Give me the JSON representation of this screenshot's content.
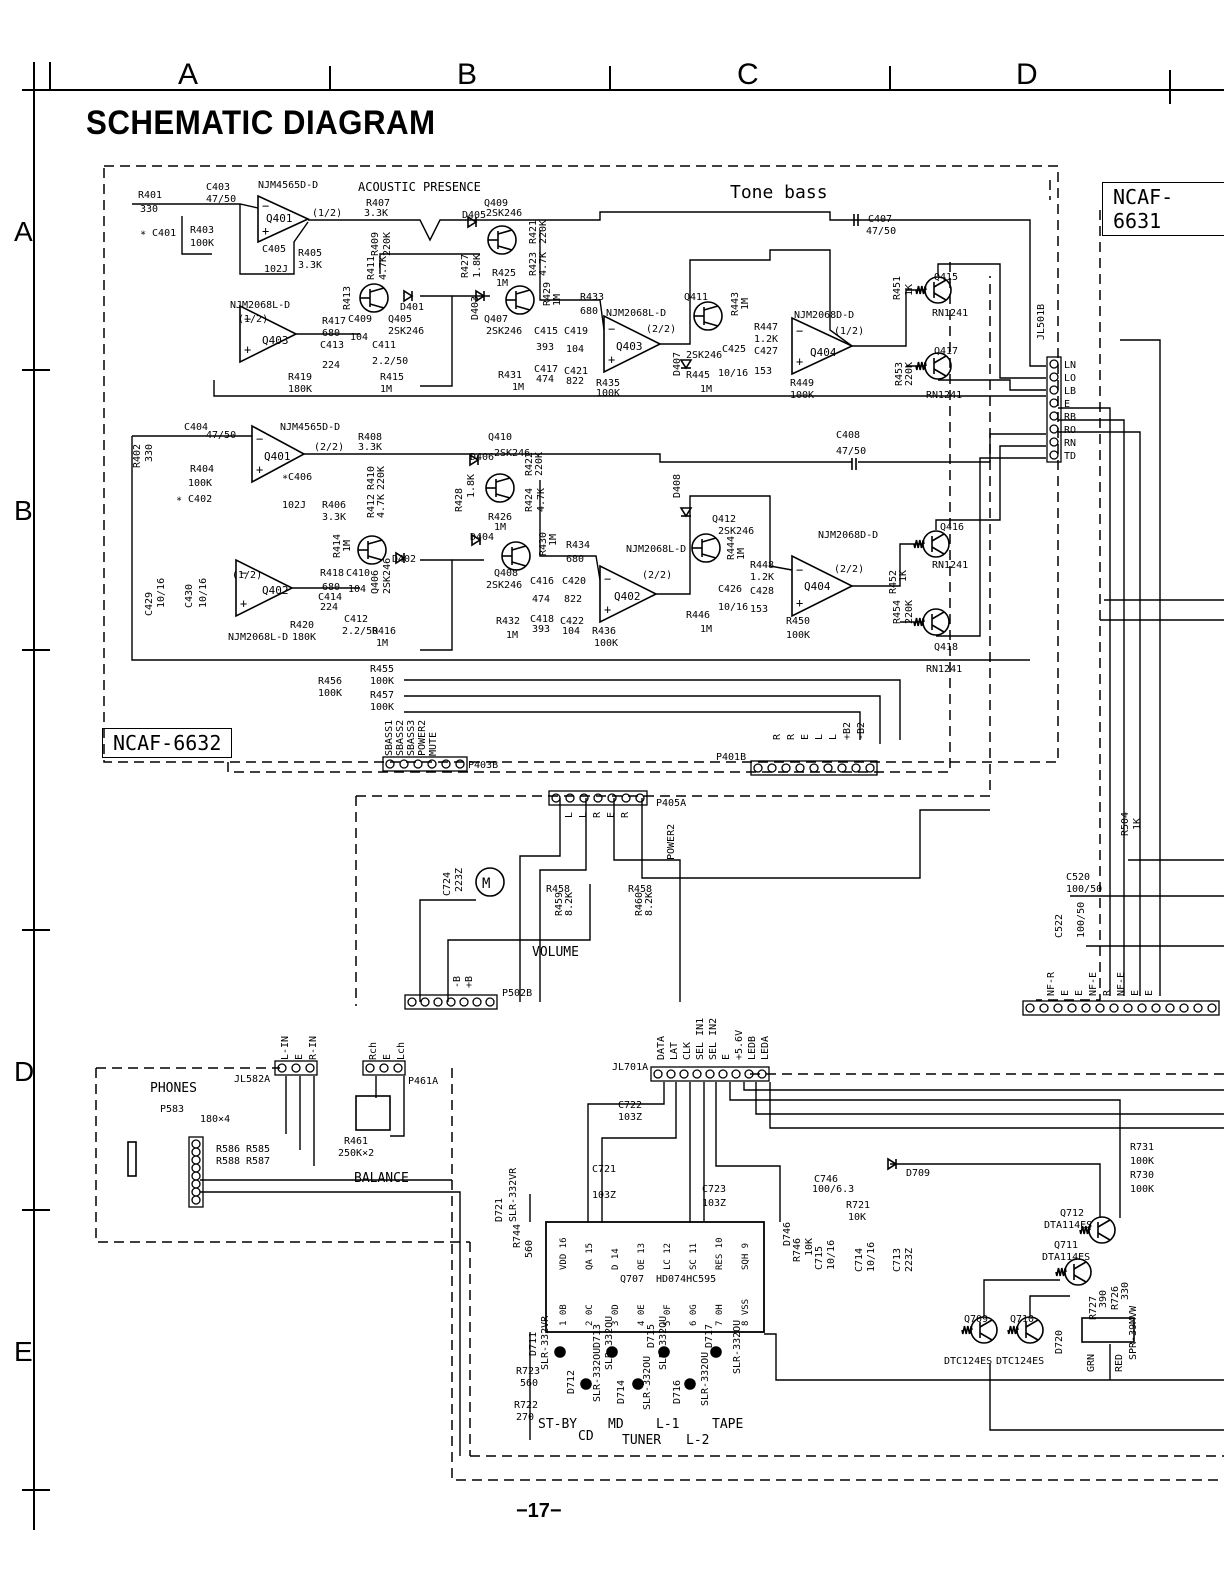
{
  "title": "SCHEMATIC DIAGRAM",
  "page_number": "−17−",
  "columns": [
    "A",
    "B",
    "C",
    "D"
  ],
  "rows": [
    "A",
    "B",
    "D",
    "E"
  ],
  "boards": {
    "upper": "NCAF-6632",
    "right": "NCAF-6631"
  },
  "sections": {
    "acoustic_presence": "ACOUSTIC PRESENCE",
    "tone_bass": "Tone bass",
    "volume": "VOLUME",
    "phones": "PHONES",
    "balance": "BALANCE"
  },
  "ic_labels": {
    "q401a_type": "NJM4565D-D",
    "q401a": "Q401",
    "q401a_half": "(1/2)",
    "q401b_type": "NJM4565D-D",
    "q401b": "Q401",
    "q401b_half": "(2/2)",
    "q403a_type": "NJM2068L-D",
    "q403a": "Q403",
    "q403a_half": "(1/2)",
    "q402a_type": "NJM2068L-D",
    "q402a": "Q402",
    "q402a_half": "(1/2)",
    "q403b_type": "NJM2068L-D",
    "q403b": "Q403",
    "q403b_half": "(2/2)",
    "q402b_type": "NJM2068L-D",
    "q402b": "Q402",
    "q402b_half": "(2/2)",
    "q404a_type": "NJM2068D-D",
    "q404a": "Q404",
    "q404a_half": "(1/2)",
    "q404b_type": "NJM2068D-D",
    "q404b": "Q404",
    "q404b_half": "(2/2)",
    "q707": "Q707",
    "q707_type": "HD074HC595"
  },
  "transistors": {
    "q405": "Q405",
    "q405_type": "2SK246",
    "q406": "Q406",
    "q406_type": "2SK246",
    "q407": "Q407",
    "q407_type": "2SK246",
    "q408": "Q408",
    "q408_type": "2SK246",
    "q409": "Q409",
    "q409_type": "2SK246",
    "q410": "Q410",
    "q410_type": "2SK246",
    "q411": "Q411",
    "q411_type": "2SK246",
    "q412": "Q412",
    "q412_type": "2SK246",
    "q415": "Q415",
    "q415_type": "RN1241",
    "q416": "Q416",
    "q416_type": "RN1241",
    "q417": "Q417",
    "q417_type": "RN1241",
    "q418": "Q418",
    "q418_type": "RN1241",
    "q709": "Q709",
    "q709_type": "DTC124ES",
    "q710": "Q710",
    "q710_type": "DTC124ES",
    "q711": "Q711",
    "q711_type": "DTA114ES",
    "q712": "Q712",
    "q712_type": "DTA114ES"
  },
  "components": {
    "r401": "R401",
    "r401_v": "330",
    "c403": "C403",
    "c403_v": "47/50",
    "c401": "∗ C401",
    "r403": "R403",
    "r403_v": "100K",
    "c405": "C405",
    "c405_v": "102J",
    "r405": "R405",
    "r405_v": "3.3K",
    "r407": "R407",
    "r407_v": "3.3K",
    "r409": "R409",
    "r409_v": "220K",
    "r411": "R411",
    "r411_v": "4.7K",
    "r413": "R413",
    "r413_v": "1M",
    "r417": "R417",
    "r417_v": "680",
    "c409": "C409",
    "c409_v": "104",
    "c413": "C413",
    "c413_v": "224",
    "c411": "C411",
    "c411_v": "2.2/50",
    "r419": "R419",
    "r419_v": "180K",
    "r415": "R415",
    "r415_v": "1M",
    "d401": "D401",
    "d403": "D403",
    "d405": "D405",
    "r427": "R427",
    "r427_v": "1.8K",
    "r425": "R425",
    "r425_v": "1M",
    "r421": "R421",
    "r421_v": "220K",
    "r423": "R423",
    "r423_v": "4.7K",
    "r429": "R429",
    "r429_v": "1M",
    "r433": "R433",
    "r433_v": "680",
    "c415": "C415",
    "c415_v": "393",
    "c419": "C419",
    "c419_v": "104",
    "c417": "C417",
    "c417_v": "474",
    "c421": "C421",
    "c421_v": "822",
    "r431": "R431",
    "r431_v": "1M",
    "r435": "R435",
    "r435_v": "100K",
    "d407": "D407",
    "r445": "R445",
    "r445_v": "1M",
    "r443": "R443",
    "r443_v": "1M",
    "r447": "R447",
    "r447_v": "1.2K",
    "c425": "C425",
    "c425_v": "10/16",
    "c427": "C427",
    "c427_v": "153",
    "r449": "R449",
    "r449_v": "100K",
    "c407": "C407",
    "c407_v": "47/50",
    "r451": "R451",
    "r451_v": "1K",
    "r453": "R453",
    "r453_v": "220K",
    "r402": "R402",
    "r402_v": "330",
    "c404": "C404",
    "c404_v": "47/50",
    "r404": "R404",
    "r404_v": "100K",
    "c402": "∗ C402",
    "c406": "∗C406",
    "c406_v": "102J",
    "r408": "R408",
    "r408_v": "3.3K",
    "r410": "R410",
    "r410_v": "220K",
    "r412": "R412",
    "r412_v": "4.7K",
    "r406": "R406",
    "r406_v": "3.3K",
    "r414": "R414",
    "r414_v": "1M",
    "r418": "R418",
    "r418_v": "680",
    "c410": "C410",
    "c410_v": "104",
    "c414": "C414",
    "c414_v": "224",
    "c412": "C412",
    "c412_v": "2.2/50",
    "r420": "R420",
    "r420_v": "180K",
    "r416": "R416",
    "r416_v": "1M",
    "d402": "D402",
    "d404": "D404",
    "d406": "D406",
    "r428": "R428",
    "r428_v": "1.8K",
    "r426": "R426",
    "r426_v": "1M",
    "r422": "R422",
    "r422_v": "220K",
    "r424": "R424",
    "r424_v": "4.7K",
    "r430": "R430",
    "r430_v": "1M",
    "r434": "R434",
    "r434_v": "680",
    "c416": "C416",
    "c416_v": "474",
    "c420": "C420",
    "c420_v": "822",
    "c418": "C418",
    "c418_v": "393",
    "c422": "C422",
    "c422_v": "104",
    "r432": "R432",
    "r432_v": "1M",
    "r436": "R436",
    "r436_v": "100K",
    "d408": "D408",
    "r446": "R446",
    "r446_v": "1M",
    "r444": "R444",
    "r444_v": "1M",
    "r448": "R448",
    "r448_v": "1.2K",
    "c426": "C426",
    "c426_v": "10/16",
    "c428": "C428",
    "c428_v": "153",
    "r450": "R450",
    "r450_v": "100K",
    "c408": "C408",
    "c408_v": "47/50",
    "r452": "R452",
    "r452_v": "1K",
    "r454": "R454",
    "r454_v": "220K",
    "c429": "C429",
    "c429_v": "10/16",
    "c430": "C430",
    "c430_v": "10/16",
    "r455": "R455",
    "r455_v": "100K",
    "r456": "R456",
    "r456_v": "100K",
    "r457": "R457",
    "r457_v": "100K",
    "c724": "C724",
    "c724_v": "223Z",
    "r458a": "R458",
    "r458b": "R458",
    "r459": "R459",
    "r459_v": "8.2K",
    "r460": "R460",
    "r460_v": "8.2K",
    "r504": "R504",
    "r504_v": "1K",
    "c520": "C520",
    "c520_v": "100/50",
    "c522": "C522",
    "c522_v": "100/50",
    "r586": "R586",
    "r585": "R585",
    "r588": "R588",
    "r587": "R587",
    "r58x_v": "180×4",
    "r461": "R461",
    "r461_v": "250K×2",
    "c722": "C722",
    "c722_v": "103Z",
    "c721": "C721",
    "c721_v": "103Z",
    "c723": "C723",
    "c723_v": "103Z",
    "c746": "C746",
    "c746_v": "100/6.3",
    "r721": "R721",
    "r721_v": "10K",
    "d709": "D709",
    "r744": "R744",
    "r744_v": "560",
    "d721": "D721",
    "d721_v": "SLR-332VR",
    "d746": "D746",
    "r746": "R746",
    "r746_v": "10K",
    "c715": "C715",
    "c715_v": "10/16",
    "c714": "C714",
    "c714_v": "10/16",
    "c713": "C713",
    "c713_v": "223Z",
    "r731": "R731",
    "r731_v": "100K",
    "r730": "R730",
    "r730_v": "100K",
    "r727": "R727",
    "r727_v": "390",
    "r726": "R726",
    "r726_v": "330",
    "d720": "D720",
    "d720_v": "SPR-39MVW",
    "d711": "D711",
    "d711_v": "SLR-332VR",
    "d712": "D712",
    "d712_v": "SLR-332OU",
    "d713": "D713",
    "d713_v": "SLR-332OU",
    "d714": "D714",
    "d714_v": "SLR-332OU",
    "d715": "D715",
    "d715_v": "SLR-332OU",
    "d716": "D716",
    "d716_v": "SLR-332OU",
    "d717": "D717",
    "d717_v": "SLR-332OU",
    "r723": "R723",
    "r723_v": "560",
    "r722": "R722",
    "r722_v": "270",
    "grn": "GRN",
    "red": "RED"
  },
  "ic595_pins_top": [
    "VDD 16",
    "QA 15",
    "D 14",
    "OE 13",
    "LC 12",
    "SC 11",
    "RES 10",
    "SQH 9"
  ],
  "ic595_pins_bottom": [
    "1 0B",
    "2 0C",
    "3 0D",
    "4 0E",
    "5 0F",
    "6 0G",
    "7 0H",
    "8 VSS"
  ],
  "led_labels": [
    "ST-BY",
    "CD",
    "MD",
    "TUNER",
    "L-1",
    "L-2",
    "TAPE"
  ],
  "connectors": {
    "jl501b": "JL501B",
    "jl501b_pins": [
      "LN",
      "LO",
      "LB",
      "E",
      "RB",
      "RO",
      "RN",
      "TD"
    ],
    "p403b": "P403B",
    "p403b_pins": [
      "SBASS1",
      "SBASS2",
      "SBASS3",
      "POWER2",
      "MUTE"
    ],
    "p401b": "P401B",
    "p401b_pins": [
      "R",
      "R",
      "E",
      "L",
      "L",
      "+B2",
      "-B2"
    ],
    "p405a": "P405A",
    "p405a_pins": [
      "L",
      "L",
      "R",
      "E",
      "R"
    ],
    "p405a_power": "POWER2",
    "p502b": "P502B",
    "p502b_pins": [
      "-B",
      "+B"
    ],
    "jl582a": "JL582A",
    "jl582a_pins": [
      "L-IN",
      "E",
      "R-IN"
    ],
    "p461a": "P461A",
    "p461a_pins": [
      "Rch",
      "E",
      "Lch"
    ],
    "p583": "P583",
    "jl701a": "JL701A",
    "jl701a_pins": [
      "DATA",
      "LAT",
      "CLK",
      "SEL IN1",
      "SEL IN2",
      "E",
      "+5.6V",
      "LEDB",
      "LEDA"
    ],
    "right_pins": [
      "NF-R",
      "E",
      "E",
      "NF-E",
      "R",
      "NF-E",
      "E",
      "E"
    ]
  }
}
